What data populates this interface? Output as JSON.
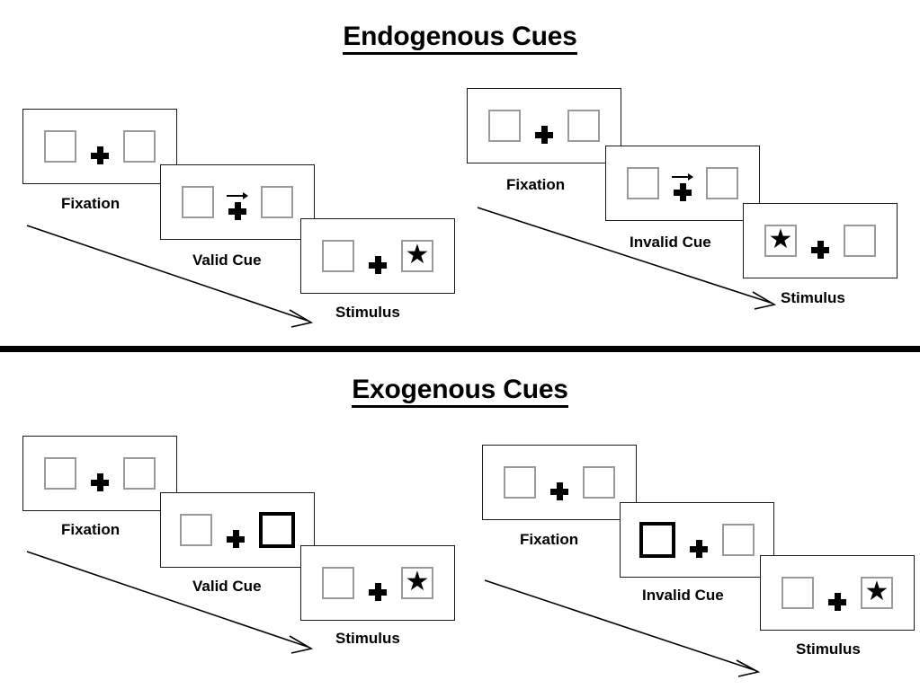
{
  "sections": [
    {
      "id": "endogenous",
      "title": "Endogenous Cues",
      "sequences": [
        {
          "id": "endogenous-valid",
          "cue_label": "Valid Cue",
          "frames": [
            {
              "caption": "Fixation",
              "cue_type": "none",
              "left": "empty",
              "right": "empty"
            },
            {
              "caption": "Valid Cue",
              "cue_type": "arrow-right",
              "left": "empty",
              "right": "empty"
            },
            {
              "caption": "Stimulus",
              "cue_type": "none",
              "left": "empty",
              "right": "star"
            }
          ]
        },
        {
          "id": "endogenous-invalid",
          "cue_label": "Invalid Cue",
          "frames": [
            {
              "caption": "Fixation",
              "cue_type": "none",
              "left": "empty",
              "right": "empty"
            },
            {
              "caption": "Invalid Cue",
              "cue_type": "arrow-right",
              "left": "empty",
              "right": "empty"
            },
            {
              "caption": "Stimulus",
              "cue_type": "none",
              "left": "star",
              "right": "empty"
            }
          ]
        }
      ]
    },
    {
      "id": "exogenous",
      "title": "Exogenous Cues",
      "sequences": [
        {
          "id": "exogenous-valid",
          "cue_label": "Valid Cue",
          "frames": [
            {
              "caption": "Fixation",
              "cue_type": "none",
              "left": "empty",
              "right": "empty"
            },
            {
              "caption": "Valid Cue",
              "cue_type": "box-highlight-right",
              "left": "empty",
              "right": "cued"
            },
            {
              "caption": "Stimulus",
              "cue_type": "none",
              "left": "empty",
              "right": "star"
            }
          ]
        },
        {
          "id": "exogenous-invalid",
          "cue_label": "Invalid Cue",
          "frames": [
            {
              "caption": "Fixation",
              "cue_type": "none",
              "left": "empty",
              "right": "empty"
            },
            {
              "caption": "Invalid Cue",
              "cue_type": "box-highlight-left",
              "left": "cued",
              "right": "empty"
            },
            {
              "caption": "Stimulus",
              "cue_type": "none",
              "left": "empty",
              "right": "star"
            }
          ]
        }
      ]
    }
  ],
  "icons": {
    "star": "★",
    "arrow": "arrow-right-icon",
    "fixation_cross": "plus-icon",
    "time_arrow": "time-arrow-icon"
  },
  "colors": {
    "frame_border": "#1a1a1a",
    "box_border": "#9a9a9a",
    "cued_box_border": "#000000",
    "stimulus": "#000000",
    "background": "#ffffff",
    "divider": "#000000"
  }
}
